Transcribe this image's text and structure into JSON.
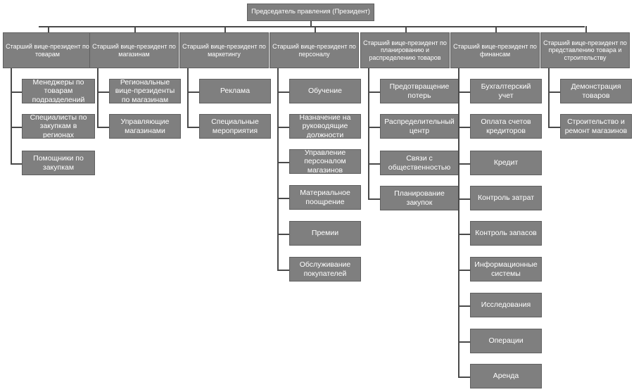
{
  "president": "Председатель правления (Президент)",
  "departments": [
    {
      "title": "Старший вице-президент по товарам",
      "items": [
        "Менеджеры по товарам подразделений",
        "Специалисты по закупкам в регионах",
        "Помощники по закупкам"
      ]
    },
    {
      "title": "Старший вице-президент по магазинам",
      "items": [
        "Региональные вице-президенты по магазинам",
        "Управляющие магазинами"
      ]
    },
    {
      "title": "Старший вице-президент по маркетингу",
      "items": [
        "Реклама",
        "Специальные мероприятия"
      ]
    },
    {
      "title": "Старший вице-президент по персоналу",
      "items": [
        "Обучение",
        "Назначение на руководящие должности",
        "Управление персоналом магазинов",
        "Материальное поощрение",
        "Премии",
        "Обслуживание покупателей"
      ]
    },
    {
      "title": "Старший вице-президент по планированию и распределению товаров",
      "items": [
        "Предотвращение потерь",
        "Распределительный центр",
        "Связи с общественностью",
        "Планирование закупок"
      ]
    },
    {
      "title": "Старший вице-президент по финансам",
      "items": [
        "Бухгалтерский учет",
        "Оплата счетов кредиторов",
        "Кредит",
        "Контроль затрат",
        "Контроль запасов",
        "Информационные системы",
        "Исследования",
        "Операции",
        "Аренда"
      ]
    },
    {
      "title": "Старший вице-президент по представлению товара и строительству",
      "items": [
        "Демонстрация товаров",
        "Строительство и ремонт магазинов"
      ]
    }
  ]
}
